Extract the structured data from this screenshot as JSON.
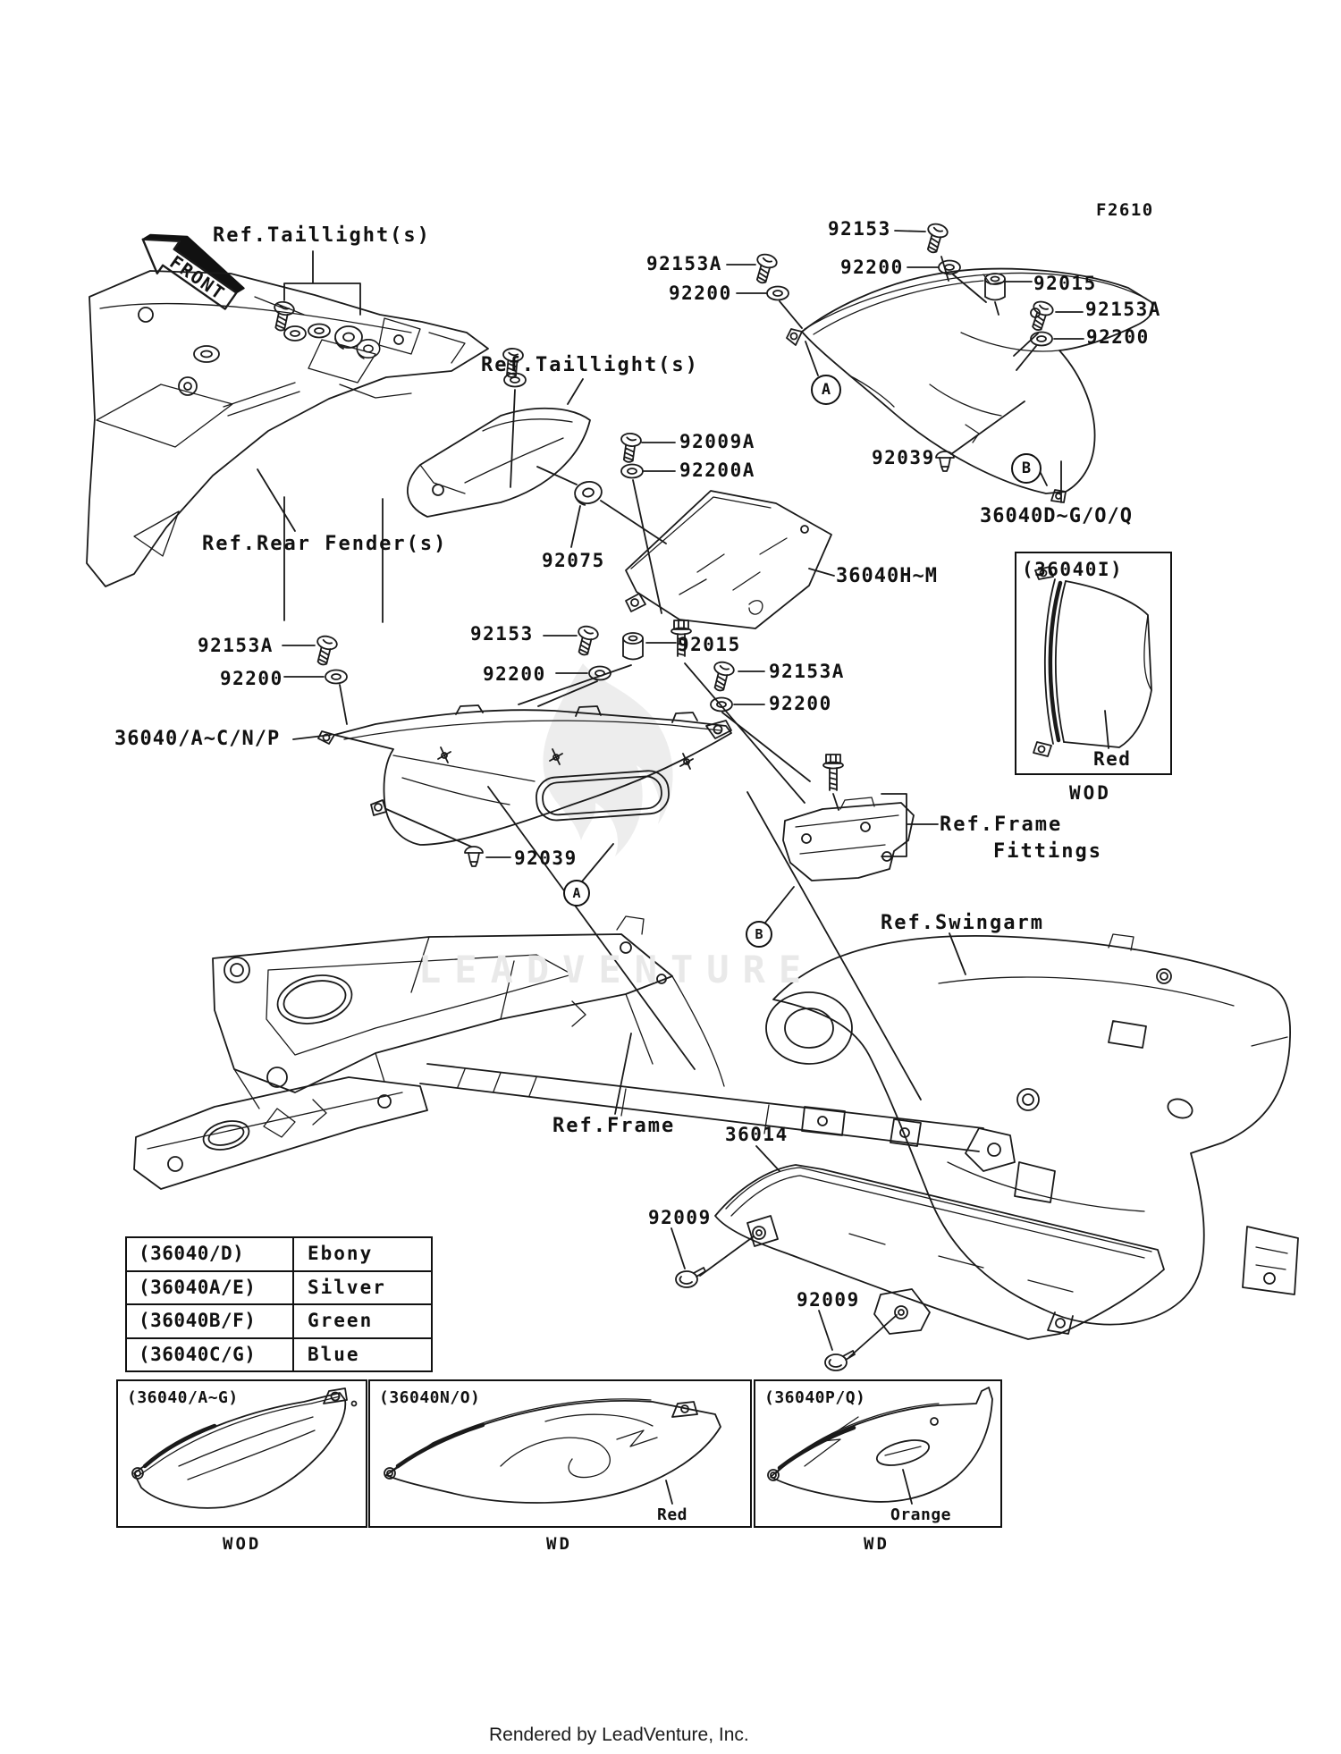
{
  "diagram": {
    "fiche_code": "F2610",
    "front_label": "FRONT",
    "footer": "Rendered by LeadVenture, Inc.",
    "watermark": "LEADVENTURE"
  },
  "refs": {
    "taillight_top": "Ref.Taillight(s)",
    "taillight_mid": "Ref.Taillight(s)",
    "rear_fender": "Ref.Rear Fender(s)",
    "frame_fittings_1": "Ref.Frame",
    "frame_fittings_2": "Fittings",
    "swingarm": "Ref.Swingarm",
    "frame": "Ref.Frame"
  },
  "callouts": {
    "a": "A",
    "b": "B"
  },
  "parts": {
    "screw_92153": "92153",
    "screw_92153a": "92153A",
    "washer_92200": "92200",
    "washer_92200a": "92200A",
    "screw_92009": "92009",
    "screw_92009a": "92009A",
    "collar_92015": "92015",
    "grommet_92075": "92075",
    "rivet_92039": "92039",
    "chain_cover_36014": "36014",
    "cover_main": "36040/A~C/N/P",
    "cover_right": "36040D~G/O/Q",
    "cover_mid": "36040H~M"
  },
  "color_table": {
    "rows": [
      {
        "code": "(36040/D)",
        "color": "Ebony"
      },
      {
        "code": "(36040A/E)",
        "color": "Silver"
      },
      {
        "code": "(36040B/F)",
        "color": "Green"
      },
      {
        "code": "(36040C/G)",
        "color": "Blue"
      }
    ]
  },
  "variants": {
    "inset": {
      "code": "(36040I)",
      "color": "Red",
      "wd": "WOD"
    },
    "box1": {
      "code": "(36040/A~G)",
      "wd": "WOD"
    },
    "box2": {
      "code": "(36040N/O)",
      "color": "Red",
      "wd": "WD"
    },
    "box3": {
      "code": "(36040P/Q)",
      "color": "Orange",
      "wd": "WD"
    }
  }
}
